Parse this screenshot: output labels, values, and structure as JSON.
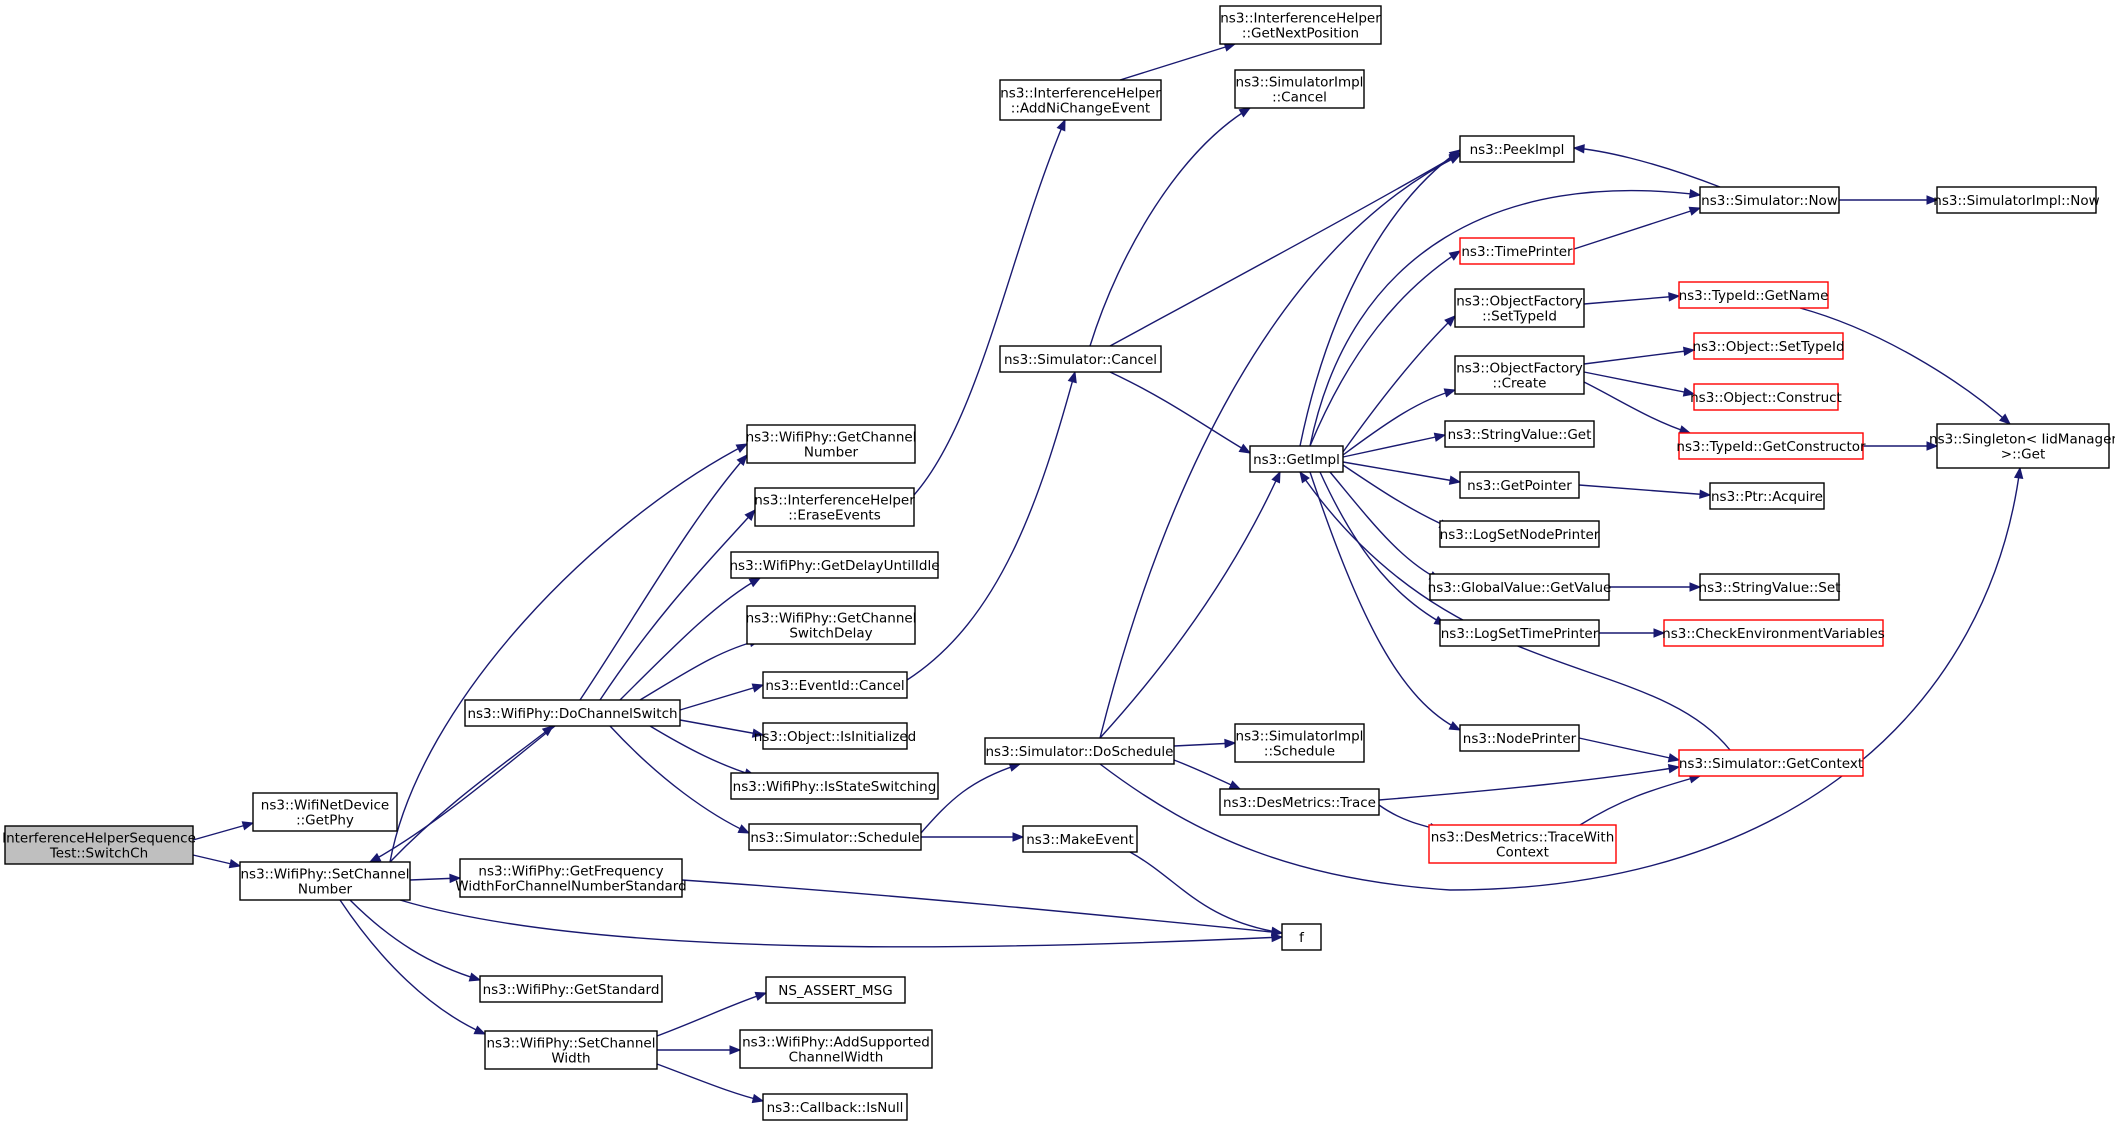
{
  "graph": {
    "nodes": [
      {
        "id": "switchch",
        "lines": [
          "InterferenceHelperSequence",
          "Test::SwitchCh"
        ],
        "style": "root"
      },
      {
        "id": "getphy",
        "lines": [
          "ns3::WifiNetDevice",
          "::GetPhy"
        ]
      },
      {
        "id": "setchannelnumber",
        "lines": [
          "ns3::WifiPhy::SetChannel",
          "Number"
        ]
      },
      {
        "id": "getchannelnumber",
        "lines": [
          "ns3::WifiPhy::GetChannel",
          "Number"
        ]
      },
      {
        "id": "eraseevents",
        "lines": [
          "ns3::InterferenceHelper",
          "::EraseEvents"
        ]
      },
      {
        "id": "getdelayuntilidle",
        "lines": [
          "ns3::WifiPhy::GetDelayUntilIdle"
        ]
      },
      {
        "id": "getchannelswitchdelay",
        "lines": [
          "ns3::WifiPhy::GetChannel",
          "SwitchDelay"
        ]
      },
      {
        "id": "dochannelswitch",
        "lines": [
          "ns3::WifiPhy::DoChannelSwitch"
        ]
      },
      {
        "id": "eventidcancel",
        "lines": [
          "ns3::EventId::Cancel"
        ]
      },
      {
        "id": "isinitialized",
        "lines": [
          "ns3::Object::IsInitialized"
        ]
      },
      {
        "id": "isstateswitching",
        "lines": [
          "ns3::WifiPhy::IsStateSwitching"
        ]
      },
      {
        "id": "simschedule",
        "lines": [
          "ns3::Simulator::Schedule"
        ]
      },
      {
        "id": "getfreqwidth",
        "lines": [
          "ns3::WifiPhy::GetFrequency",
          "WidthForChannelNumberStandard"
        ]
      },
      {
        "id": "getstandard",
        "lines": [
          "ns3::WifiPhy::GetStandard"
        ]
      },
      {
        "id": "setchannelwidth",
        "lines": [
          "ns3::WifiPhy::SetChannel",
          "Width"
        ]
      },
      {
        "id": "nsassert",
        "lines": [
          "NS_ASSERT_MSG"
        ]
      },
      {
        "id": "addsupported",
        "lines": [
          "ns3::WifiPhy::AddSupported",
          "ChannelWidth"
        ]
      },
      {
        "id": "isnull",
        "lines": [
          "ns3::Callback::IsNull"
        ]
      },
      {
        "id": "addnichange",
        "lines": [
          "ns3::InterferenceHelper",
          "::AddNiChangeEvent"
        ]
      },
      {
        "id": "getnextposition",
        "lines": [
          "ns3::InterferenceHelper",
          "::GetNextPosition"
        ]
      },
      {
        "id": "simcancel",
        "lines": [
          "ns3::Simulator::Cancel"
        ]
      },
      {
        "id": "simimplcancel",
        "lines": [
          "ns3::SimulatorImpl",
          "::Cancel"
        ]
      },
      {
        "id": "doschedule",
        "lines": [
          "ns3::Simulator::DoSchedule"
        ]
      },
      {
        "id": "makeevent",
        "lines": [
          "ns3::MakeEvent"
        ]
      },
      {
        "id": "f",
        "lines": [
          "f"
        ]
      },
      {
        "id": "simimplschedule",
        "lines": [
          "ns3::SimulatorImpl",
          "::Schedule"
        ]
      },
      {
        "id": "desmetricstrace",
        "lines": [
          "ns3::DesMetrics::Trace"
        ]
      },
      {
        "id": "tracewithcontext",
        "lines": [
          "ns3::DesMetrics::TraceWith",
          "Context"
        ],
        "style": "red"
      },
      {
        "id": "getimpl",
        "lines": [
          "ns3::GetImpl"
        ]
      },
      {
        "id": "peekimpl",
        "lines": [
          "ns3::PeekImpl"
        ]
      },
      {
        "id": "timeprinter",
        "lines": [
          "ns3::TimePrinter"
        ],
        "style": "red"
      },
      {
        "id": "ofsettypeid",
        "lines": [
          "ns3::ObjectFactory",
          "::SetTypeId"
        ]
      },
      {
        "id": "ofcreate",
        "lines": [
          "ns3::ObjectFactory",
          "::Create"
        ]
      },
      {
        "id": "stringvalueget",
        "lines": [
          "ns3::StringValue::Get"
        ]
      },
      {
        "id": "getpointer",
        "lines": [
          "ns3::GetPointer"
        ]
      },
      {
        "id": "logsetnodeprinter",
        "lines": [
          "ns3::LogSetNodePrinter"
        ]
      },
      {
        "id": "globalvalueget",
        "lines": [
          "ns3::GlobalValue::GetValue"
        ]
      },
      {
        "id": "logsettimeprinter",
        "lines": [
          "ns3::LogSetTimePrinter"
        ]
      },
      {
        "id": "nodeprinter",
        "lines": [
          "ns3::NodePrinter"
        ]
      },
      {
        "id": "simnow",
        "lines": [
          "ns3::Simulator::Now"
        ]
      },
      {
        "id": "simimplnow",
        "lines": [
          "ns3::SimulatorImpl::Now"
        ]
      },
      {
        "id": "typeidgetname",
        "lines": [
          "ns3::TypeId::GetName"
        ],
        "style": "red"
      },
      {
        "id": "objectsettypeid",
        "lines": [
          "ns3::Object::SetTypeId"
        ],
        "style": "red"
      },
      {
        "id": "objectconstruct",
        "lines": [
          "ns3::Object::Construct"
        ],
        "style": "red"
      },
      {
        "id": "getconstructor",
        "lines": [
          "ns3::TypeId::GetConstructor"
        ],
        "style": "red"
      },
      {
        "id": "ptracquire",
        "lines": [
          "ns3::Ptr::Acquire"
        ]
      },
      {
        "id": "stringvalueset",
        "lines": [
          "ns3::StringValue::Set"
        ]
      },
      {
        "id": "checkenv",
        "lines": [
          "ns3::CheckEnvironmentVariables"
        ],
        "style": "red"
      },
      {
        "id": "getcontext",
        "lines": [
          "ns3::Simulator::GetContext"
        ],
        "style": "red"
      },
      {
        "id": "singletonget",
        "lines": [
          "ns3::Singleton< IidManager",
          " >::Get"
        ]
      }
    ],
    "edge_color": "#191970",
    "highlight_color": "#ff0000",
    "root_fill": "#bfbfbf"
  }
}
